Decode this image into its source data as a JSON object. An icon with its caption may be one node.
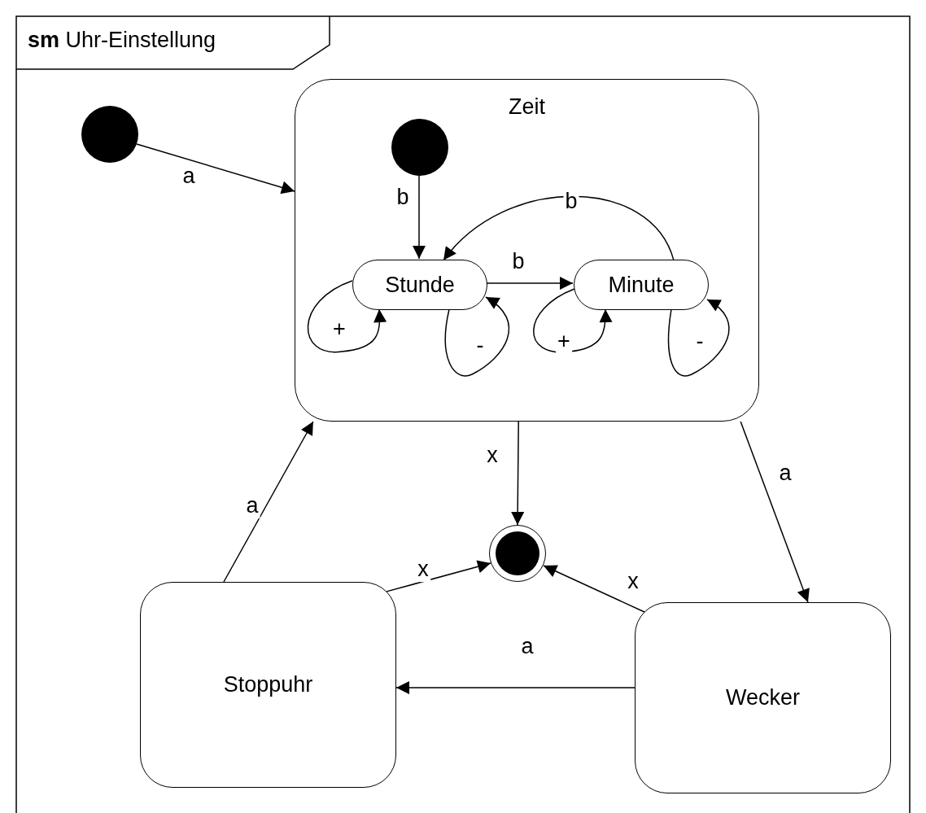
{
  "diagram": {
    "title": "**sm** Uhr-Einstellung",
    "nodes": [
      {
        "text": [],
        "shape": "circle"
      },
      {
        "text": [
          "Zeit"
        ]
      },
      {
        "text": [],
        "shape": "circle",
        "in": 1
      },
      {
        "text": [
          "Stunde"
        ],
        "in": 1
      },
      {
        "text": [
          "Minute"
        ],
        "in": 1
      },
      {
        "text": [],
        "shape": "circle"
      },
      {
        "text": [
          "Stoppuhr"
        ]
      },
      {
        "text": [
          "Wecker"
        ]
      }
    ],
    "edges": [
      {
        "from": 0,
        "to": 1,
        "arrow": "to",
        "label": "a"
      },
      {
        "from": 2,
        "to": 3,
        "arrow": "to",
        "label": "b"
      },
      {
        "from": 3,
        "to": 4,
        "arrow": "to",
        "label": "b"
      },
      {
        "from": 4,
        "to": 3,
        "arrow": "to",
        "label": "b"
      },
      {
        "from": 3,
        "to": 3,
        "arrow": "to",
        "label": "+"
      },
      {
        "from": 3,
        "to": 3,
        "arrow": "to",
        "label": "-"
      },
      {
        "from": 4,
        "to": 4,
        "arrow": "to",
        "label": "+"
      },
      {
        "from": 4,
        "to": 4,
        "arrow": "to",
        "label": "-"
      },
      {
        "from": 1,
        "to": 5,
        "arrow": "to",
        "label": "x"
      },
      {
        "from": 1,
        "to": 7,
        "arrow": "to",
        "label": "a"
      },
      {
        "from": 6,
        "to": 1,
        "arrow": "to",
        "label": "a"
      },
      {
        "from": 6,
        "to": 5,
        "arrow": "to",
        "label": "x"
      },
      {
        "from": 7,
        "to": 5,
        "arrow": "to",
        "label": "x"
      },
      {
        "from": 7,
        "to": 6,
        "arrow": "to",
        "label": "a"
      }
    ]
  }
}
